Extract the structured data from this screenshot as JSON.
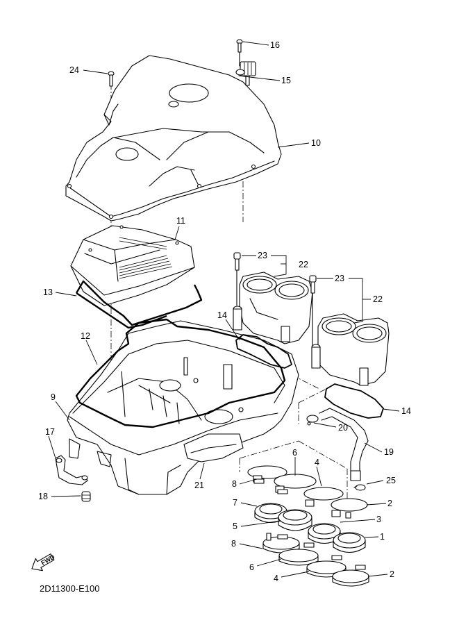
{
  "diagram": {
    "type": "exploded-parts-diagram",
    "subject": "Air filter case / intake assembly",
    "drawing_code": "2D11300-E100",
    "direction_badge": "FWD",
    "callouts": [
      {
        "id": "c1",
        "label": "1"
      },
      {
        "id": "c2a",
        "label": "2"
      },
      {
        "id": "c2b",
        "label": "2"
      },
      {
        "id": "c3",
        "label": "3"
      },
      {
        "id": "c4a",
        "label": "4"
      },
      {
        "id": "c4b",
        "label": "4"
      },
      {
        "id": "c5",
        "label": "5"
      },
      {
        "id": "c6a",
        "label": "6"
      },
      {
        "id": "c6b",
        "label": "6"
      },
      {
        "id": "c7",
        "label": "7"
      },
      {
        "id": "c8a",
        "label": "8"
      },
      {
        "id": "c8b",
        "label": "8"
      },
      {
        "id": "c9",
        "label": "9"
      },
      {
        "id": "c10",
        "label": "10"
      },
      {
        "id": "c11",
        "label": "11"
      },
      {
        "id": "c12",
        "label": "12"
      },
      {
        "id": "c13",
        "label": "13"
      },
      {
        "id": "c14a",
        "label": "14"
      },
      {
        "id": "c14b",
        "label": "14"
      },
      {
        "id": "c15",
        "label": "15"
      },
      {
        "id": "c16",
        "label": "16"
      },
      {
        "id": "c17",
        "label": "17"
      },
      {
        "id": "c18",
        "label": "18"
      },
      {
        "id": "c19",
        "label": "19"
      },
      {
        "id": "c20",
        "label": "20"
      },
      {
        "id": "c21",
        "label": "21"
      },
      {
        "id": "c22a",
        "label": "22"
      },
      {
        "id": "c22b",
        "label": "22"
      },
      {
        "id": "c23a",
        "label": "23"
      },
      {
        "id": "c23b",
        "label": "23"
      },
      {
        "id": "c24",
        "label": "24"
      },
      {
        "id": "c25",
        "label": "25"
      }
    ]
  }
}
